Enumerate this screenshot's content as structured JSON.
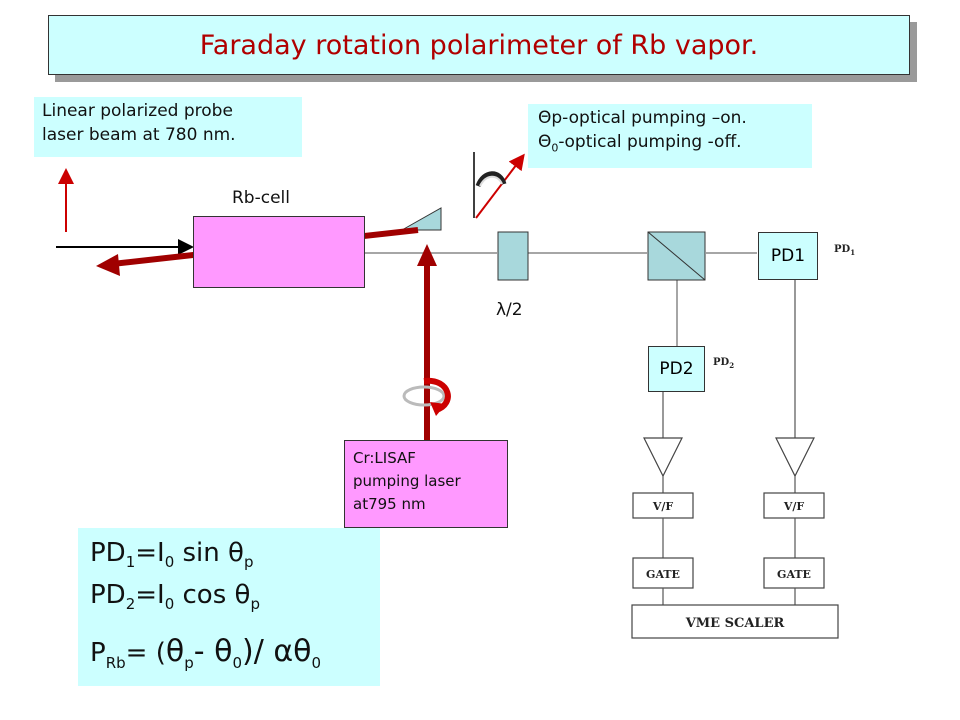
{
  "title": "Faraday rotation polarimeter of Rb vapor.",
  "labels": {
    "probe_line1": "Linear polarized probe",
    "probe_line2": "laser beam at 780 nm.",
    "theta_p_line": "Θp-optical pumping –on.",
    "theta_0_prefix": "Θ",
    "theta_0_sub": "0",
    "theta_0_rest": "-optical pumping -off.",
    "rb_cell": "Rb-cell",
    "half_wave": "λ/2",
    "pd1": "PD1",
    "pd2": "PD2",
    "pump_line1": "Cr:LISAF",
    "pump_line2": "pumping laser",
    "pump_line3": "at795 nm"
  },
  "schematic": {
    "pd1": "PD",
    "pd1_sub": "1",
    "pd2": "PD",
    "pd2_sub": "2",
    "vf": "V/F",
    "gate": "GATE",
    "scaler": "VME SCALER"
  },
  "formulas": {
    "pd": "PD",
    "one": "1",
    "two": "2",
    "i": "=I",
    "zero": "0",
    "sin": " sin θ",
    "cos": " cos θ",
    "p": "p",
    "P": "P",
    "rb": "Rb",
    "eq": "= (",
    "theta": "θ",
    "minus": "- θ",
    "slash": ")/ αθ"
  },
  "colors": {
    "beam": "#a00000",
    "accent_arrow": "#cc0000",
    "cyan": "#ccffff",
    "pink": "#ff99ff",
    "title": "#b00000"
  }
}
